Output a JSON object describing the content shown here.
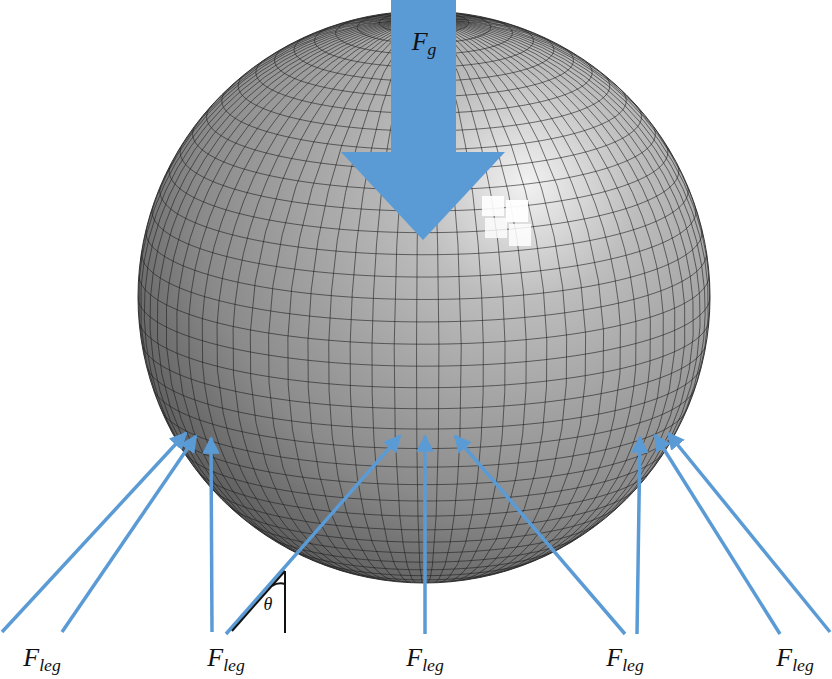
{
  "diagram": {
    "labels": [
      "Fg",
      "θ",
      "Fleg",
      "Fleg",
      "Fleg",
      "Fleg",
      "Fleg"
    ]
  }
}
